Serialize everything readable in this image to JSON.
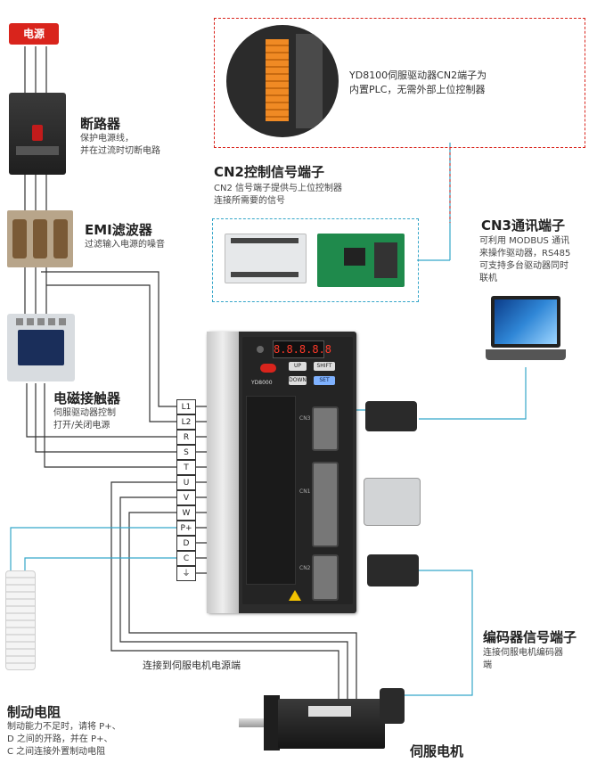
{
  "power_badge": "电源",
  "breaker": {
    "title": "断路器",
    "desc": [
      "保护电源线，",
      "并在过流时切断电路"
    ]
  },
  "emi": {
    "title": "EMI滤波器",
    "desc": [
      "过滤输入电源的噪音"
    ]
  },
  "contactor": {
    "title": "电磁接触器",
    "desc": [
      "伺服驱动器控制",
      "打开/关闭电源"
    ]
  },
  "plc_note": {
    "text": [
      "YD8100伺服驱动器CN2端子为",
      "内置PLC，无需外部上位控制器"
    ]
  },
  "cn2": {
    "title": "CN2控制信号端子",
    "desc": [
      "CN2 信号端子提供与上位控制器",
      "连接所需要的信号"
    ]
  },
  "cn3": {
    "title": "CN3通讯端子",
    "desc": [
      "可利用 MODBUS 通讯",
      "来操作驱动器，RS485",
      "可支持多台驱动器同时",
      "联机"
    ]
  },
  "terminals": [
    "L1",
    "L2",
    "R",
    "S",
    "T",
    "U",
    "V",
    "W",
    "P+",
    "D",
    "C",
    "⏚"
  ],
  "drive": {
    "display": "8.8.8.8.8",
    "brand": "YD8000",
    "keys": [
      "UP",
      "SHIFT",
      "DOWN",
      "SET"
    ],
    "ports": [
      "CN1",
      "CN2",
      "CN3"
    ]
  },
  "motor_power_label": "连接到伺服电机电源端",
  "encoder": {
    "title": "编码器信号端子",
    "desc": [
      "连接伺服电机编码器",
      "端"
    ]
  },
  "brake": {
    "title": "制动电阻",
    "desc": [
      "制动能力不足时，请将 P+、",
      "D 之间的开路，并在 P+、",
      "C 之间连接外置制动电阻"
    ]
  },
  "motor": {
    "title": "伺服电机"
  },
  "colors": {
    "accent_red": "#d9241c",
    "signal_cyan": "#35a6c9",
    "wire": "#333333"
  }
}
